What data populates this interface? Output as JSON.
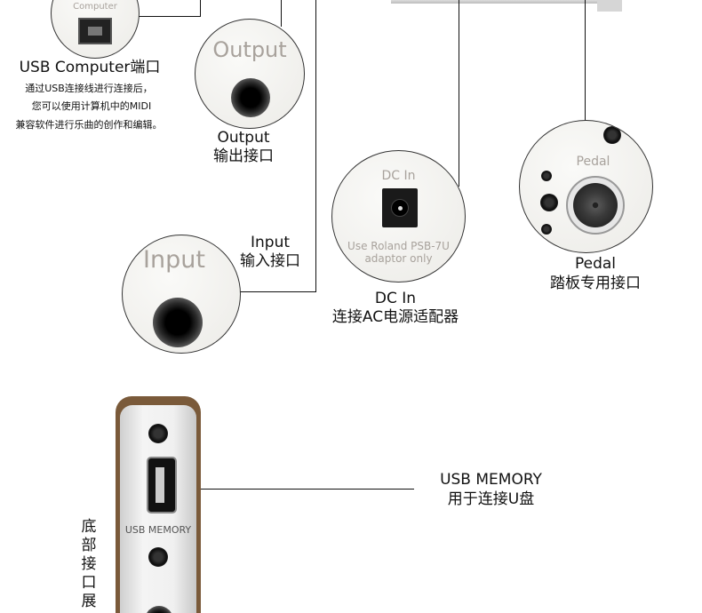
{
  "usb_computer": {
    "engraving": "Computer",
    "title": "USB Computer端口",
    "description": [
      "通过USB连接线进行连接后，",
      "您可以使用计算机中的MIDI",
      "兼容软件进行乐曲的创作和编辑。"
    ]
  },
  "output": {
    "engraving": "Output",
    "title": "Output",
    "subtitle": "输出接口"
  },
  "input": {
    "engraving": "Input",
    "title": "Input",
    "subtitle": "输入接口"
  },
  "dc_in": {
    "engraving": "DC In",
    "warning_line1": "Use Roland PSB-7U",
    "warning_line2": "adaptor only",
    "title": "DC In",
    "subtitle": "连接AC电源适配器"
  },
  "pedal": {
    "engraving": "Pedal",
    "title": "Pedal",
    "subtitle": "踏板专用接口"
  },
  "usb_memory": {
    "engraving": "USB MEMORY",
    "title": "USB MEMORY",
    "subtitle": "用于连接U盘"
  },
  "side_label": [
    "底",
    "部",
    "接",
    "口",
    "展"
  ]
}
